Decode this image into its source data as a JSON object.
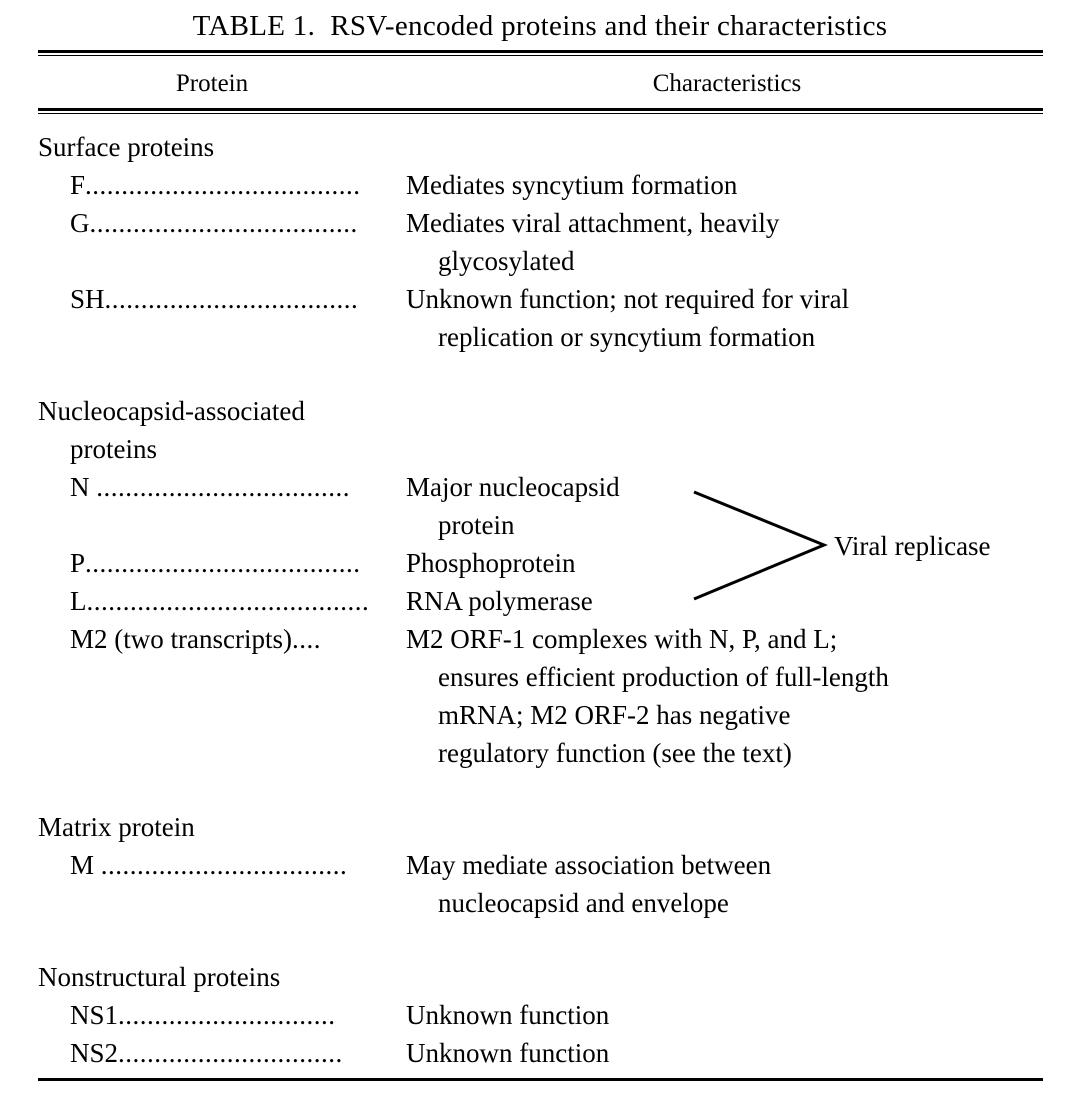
{
  "title": "TABLE 1.  RSV-encoded proteins and their characteristics",
  "columns": {
    "protein": "Protein",
    "characteristics": "Characteristics"
  },
  "sections": [
    {
      "heading": "Surface proteins",
      "heading_cont": "",
      "rows": [
        {
          "label": "F",
          "leader": "......................................",
          "desc": "Mediates syncytium formation",
          "desc_cont": ""
        },
        {
          "label": "G",
          "leader": ".....................................",
          "desc": "Mediates viral attachment, heavily",
          "desc_cont": "glycosylated"
        },
        {
          "label": "SH",
          "leader": "...................................",
          "desc": "Unknown function; not required for viral",
          "desc_cont": "replication or syncytium formation"
        }
      ]
    },
    {
      "heading": "Nucleocapsid-associated",
      "heading_cont": "proteins",
      "rows": [
        {
          "label": "N ",
          "leader": "...................................",
          "desc": "Major nucleocapsid",
          "desc_cont": "protein"
        },
        {
          "label": "P",
          "leader": "......................................",
          "desc": "Phosphoprotein",
          "desc_cont": ""
        },
        {
          "label": "L",
          "leader": ".......................................",
          "desc": "RNA polymerase",
          "desc_cont": ""
        },
        {
          "label": "M2 (two transcripts)",
          "leader": "....",
          "desc": "M2 ORF-1 complexes with N, P, and L;",
          "desc_cont": "ensures efficient production of full-length\nmRNA; M2 ORF-2 has negative\nregulatory function (see the text)"
        }
      ]
    },
    {
      "heading": "Matrix protein",
      "heading_cont": "",
      "rows": [
        {
          "label": "M ",
          "leader": "..................................",
          "desc": "May mediate association between",
          "desc_cont": "nucleocapsid and envelope"
        }
      ]
    },
    {
      "heading": "Nonstructural proteins",
      "heading_cont": "",
      "rows": [
        {
          "label": "NS1",
          "leader": "..............................",
          "desc": "Unknown function",
          "desc_cont": ""
        },
        {
          "label": "NS2",
          "leader": "...............................",
          "desc": "Unknown function",
          "desc_cont": ""
        }
      ]
    }
  ],
  "annotation": {
    "brace_label": "Viral replicase",
    "brace_color": "#000000"
  }
}
